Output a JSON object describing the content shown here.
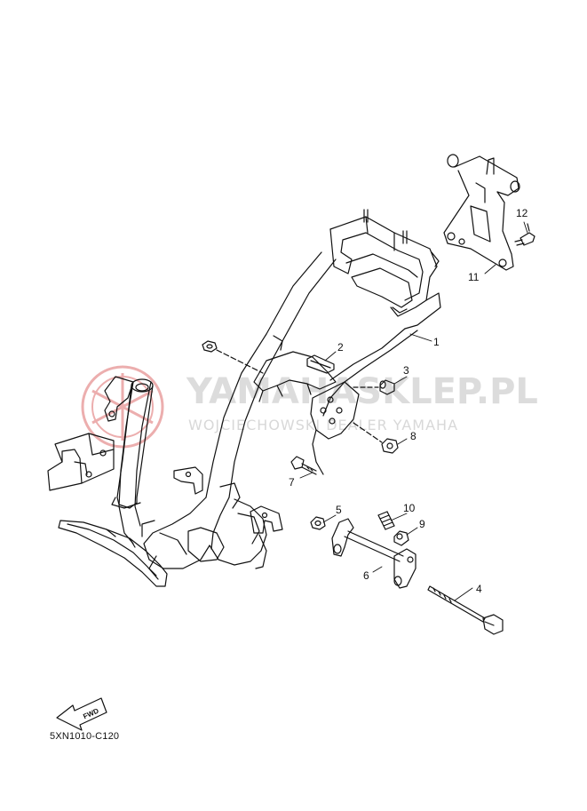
{
  "watermark": {
    "title": "YAMAHASKLEP.PL",
    "subtitle": "WOJCIECHOWSKI DEALER YAMAHA",
    "logo_color": "#e8a8a8",
    "text_color": "#d9d9d9"
  },
  "diagram_code": "5XN1010-C120",
  "fwd_label": "FWD",
  "callouts": {
    "c1": "1",
    "c2": "2",
    "c3": "3",
    "c4": "4",
    "c5": "5",
    "c6": "6",
    "c7": "7",
    "c8": "8",
    "c9": "9",
    "c10": "10",
    "c11": "11",
    "c12": "12"
  },
  "line_color": "#111111"
}
